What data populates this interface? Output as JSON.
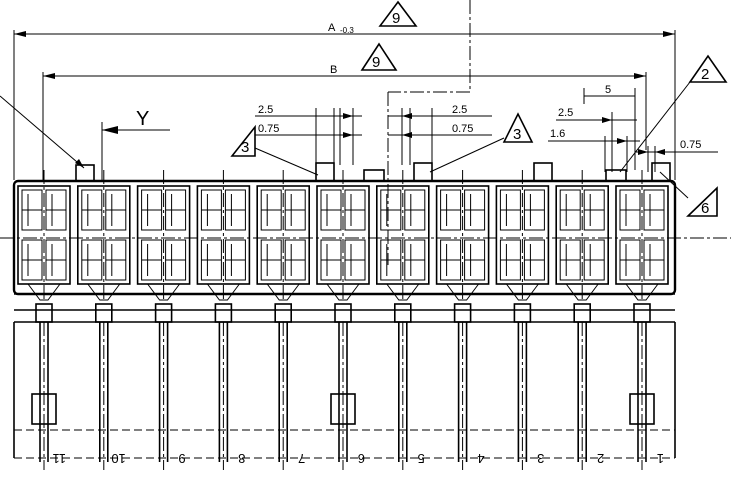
{
  "dimensions": {
    "overall_label": "A",
    "overall_tolerance": "-0.3",
    "overall_note": "9",
    "span_label": "B",
    "span_note": "9",
    "view_label": "Y",
    "pitch_left_a": "2.5",
    "pitch_left_b": "0.75",
    "pitch_mid_a": "2.5",
    "pitch_mid_b": "0.75",
    "pitch_right_5": "5",
    "pitch_right_25": "2.5",
    "pitch_right_16": "1.6",
    "pitch_right_075": "0.75"
  },
  "notes": {
    "note_3_left": "3",
    "note_3_mid": "3",
    "note_2": "2",
    "note_6": "6"
  },
  "pins": [
    "11",
    "10",
    "9",
    "8",
    "7",
    "6",
    "5",
    "4",
    "3",
    "2",
    "1"
  ]
}
